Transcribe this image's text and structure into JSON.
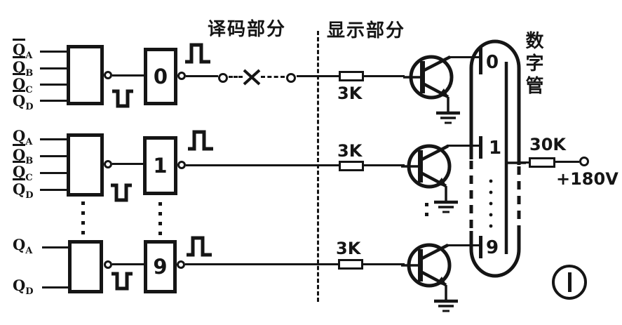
{
  "colors": {
    "ink": "#151515",
    "background": "#ffffff"
  },
  "sections": {
    "decode": "译码部分",
    "display": "显示部分"
  },
  "rows": [
    {
      "digit": "0",
      "resistor": "3K",
      "inputs": [
        {
          "q": "Q",
          "sub": "A",
          "negated": true
        },
        {
          "q": "Q",
          "sub": "B",
          "negated": true
        },
        {
          "q": "Q",
          "sub": "C",
          "negated": true
        },
        {
          "q": "Q",
          "sub": "D",
          "negated": true
        }
      ]
    },
    {
      "digit": "1",
      "resistor": "3K",
      "inputs": [
        {
          "q": "Q",
          "sub": "A",
          "negated": false
        },
        {
          "q": "Q",
          "sub": "B",
          "negated": true
        },
        {
          "q": "Q",
          "sub": "C",
          "negated": true
        },
        {
          "q": "Q",
          "sub": "D",
          "negated": true
        }
      ]
    },
    {
      "digit": "9",
      "resistor": "3K",
      "inputs": [
        {
          "q": "Q",
          "sub": "A",
          "negated": false
        },
        {
          "q": "Q",
          "sub": "D",
          "negated": false
        }
      ]
    }
  ],
  "tube": {
    "label": "数字管",
    "cathodes": [
      "0",
      "1",
      "9"
    ],
    "anode_resistor": "30K",
    "supply": "+180V"
  },
  "figure_mark": "1"
}
